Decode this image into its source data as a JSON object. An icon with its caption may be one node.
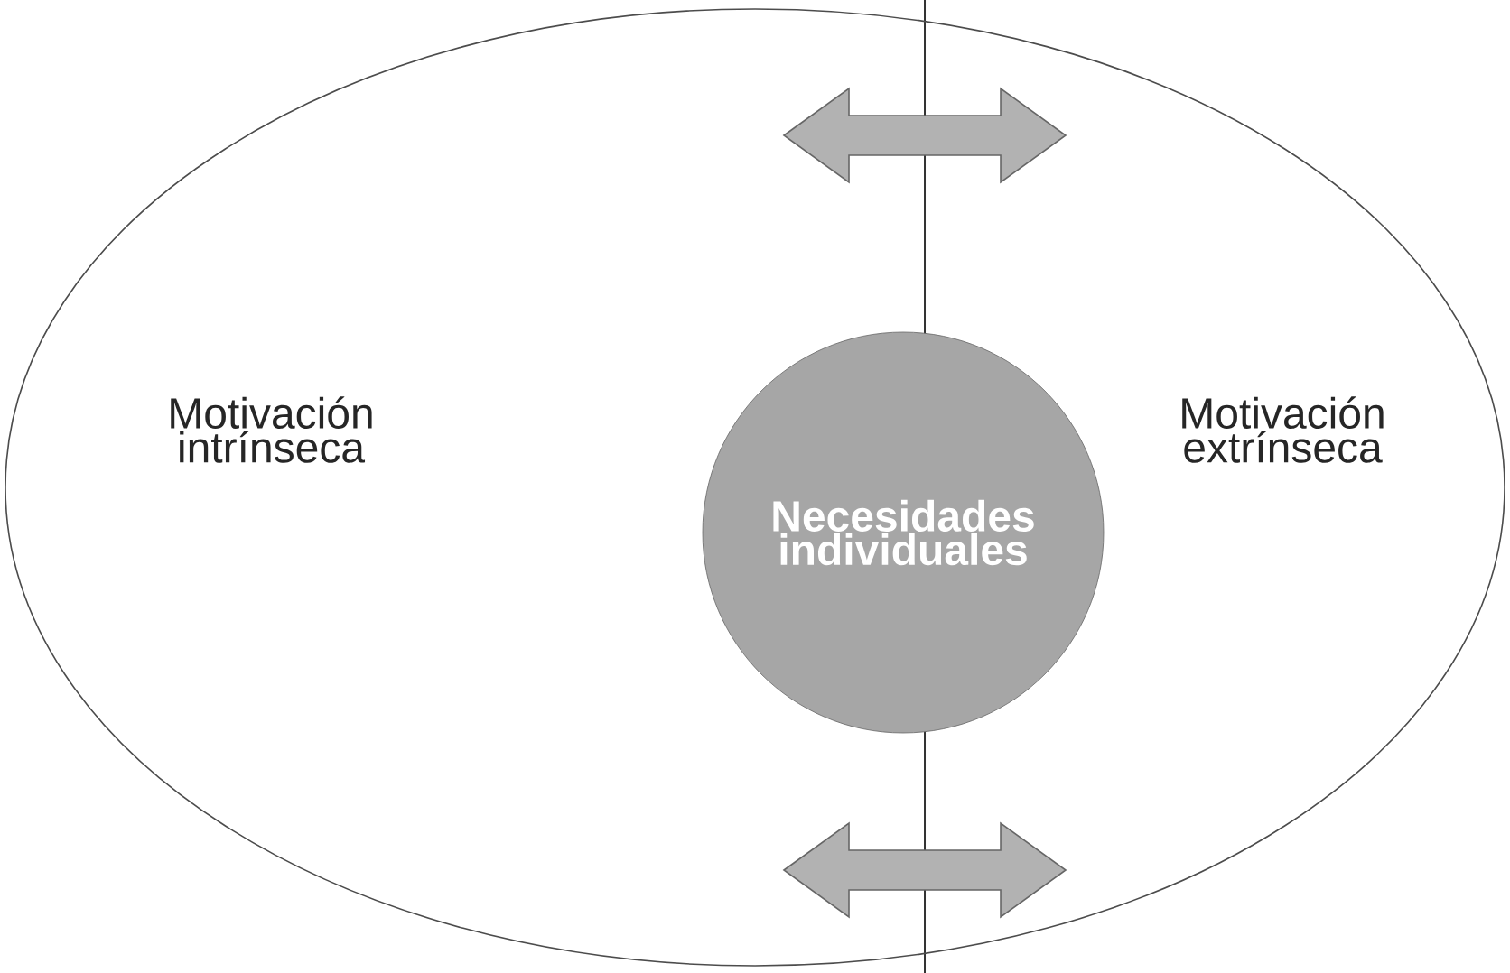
{
  "diagram": {
    "nodes": [
      {
        "text": [],
        "shape": "ellipse"
      },
      {
        "text": [
          "Motivación intrínseca"
        ],
        "in": 0
      },
      {
        "text": [
          "Necesidades individuales"
        ],
        "in": 0
      },
      {
        "text": [
          "Motivación extrínseca"
        ],
        "in": 0
      }
    ]
  }
}
